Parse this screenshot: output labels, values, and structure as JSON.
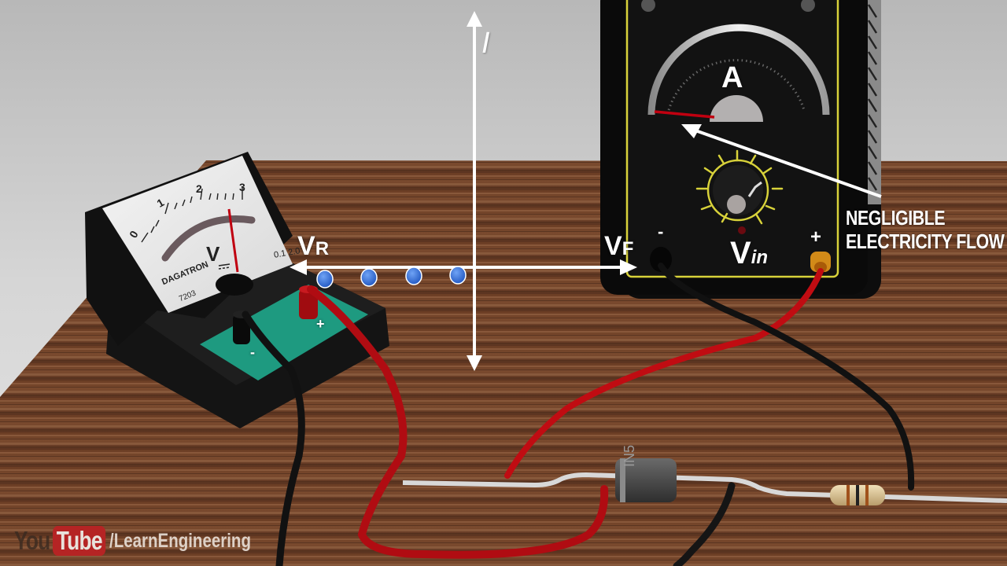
{
  "scene": {
    "description": "3D render of diode reverse-bias I-V experiment with voltmeter, variable power supply, diode and resistor on a wooden table"
  },
  "graph_overlay": {
    "y_axis_label": "I",
    "x_axis_left_label": "V",
    "x_axis_left_sub": "R",
    "x_axis_right_label": "V",
    "x_axis_right_sub": "F",
    "points_color": "#2f6fd6",
    "axis_color": "#ffffff"
  },
  "chart_data": {
    "type": "scatter",
    "title": "",
    "xlabel_negative": "VR",
    "xlabel_positive": "VF",
    "ylabel": "I",
    "series": [
      {
        "name": "reverse bias points",
        "x": [
          -4,
          -3,
          -2,
          -1
        ],
        "y": [
          -0.05,
          -0.05,
          -0.05,
          -0.05
        ]
      }
    ]
  },
  "voltmeter": {
    "brand": "DAGATRON",
    "model": "7203",
    "unit": "V",
    "scale_ticks": [
      "0",
      "1",
      "2",
      "3"
    ],
    "scale_code": "0.1 2.0",
    "needle_reading": 2.7,
    "terminal_minus": "-",
    "terminal_plus": "+"
  },
  "power_supply": {
    "meter_unit": "A",
    "label": "V",
    "label_sub": "in",
    "terminal_minus": "-",
    "terminal_plus": "+",
    "accent_color": "#d8d23a"
  },
  "callout": {
    "line1": "NEGLIGIBLE",
    "line2": "ELECTRICITY FLOW"
  },
  "diode": {
    "marking": "IN5"
  },
  "watermark": {
    "you": "You",
    "tube": "Tube",
    "handle": "/LearnEngineering"
  }
}
